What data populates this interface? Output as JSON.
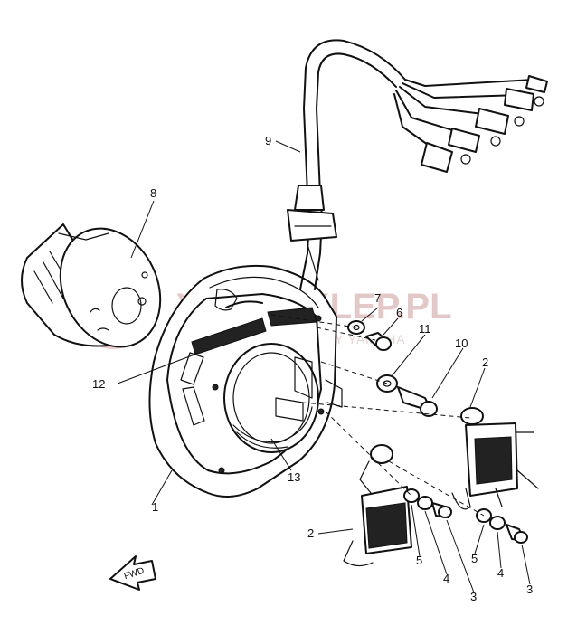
{
  "diagram": {
    "callouts": [
      {
        "id": "1",
        "label": "1"
      },
      {
        "id": "2a",
        "label": "2"
      },
      {
        "id": "2b",
        "label": "2"
      },
      {
        "id": "3a",
        "label": "3"
      },
      {
        "id": "3b",
        "label": "3"
      },
      {
        "id": "4a",
        "label": "4"
      },
      {
        "id": "4b",
        "label": "4"
      },
      {
        "id": "5a",
        "label": "5"
      },
      {
        "id": "5b",
        "label": "5"
      },
      {
        "id": "6",
        "label": "6"
      },
      {
        "id": "7",
        "label": "7"
      },
      {
        "id": "8",
        "label": "8"
      },
      {
        "id": "9",
        "label": "9"
      },
      {
        "id": "10",
        "label": "10"
      },
      {
        "id": "11",
        "label": "11"
      },
      {
        "id": "12",
        "label": "12"
      },
      {
        "id": "13",
        "label": "13"
      }
    ],
    "fwd_label": "FWD",
    "watermark": {
      "main": "YAMASKLEP.PL",
      "sub": "TEL BIURO SPRZEDAŻY YAMAHA"
    },
    "colors": {
      "line": "#111111",
      "watermark": "#e3c8c8"
    }
  }
}
